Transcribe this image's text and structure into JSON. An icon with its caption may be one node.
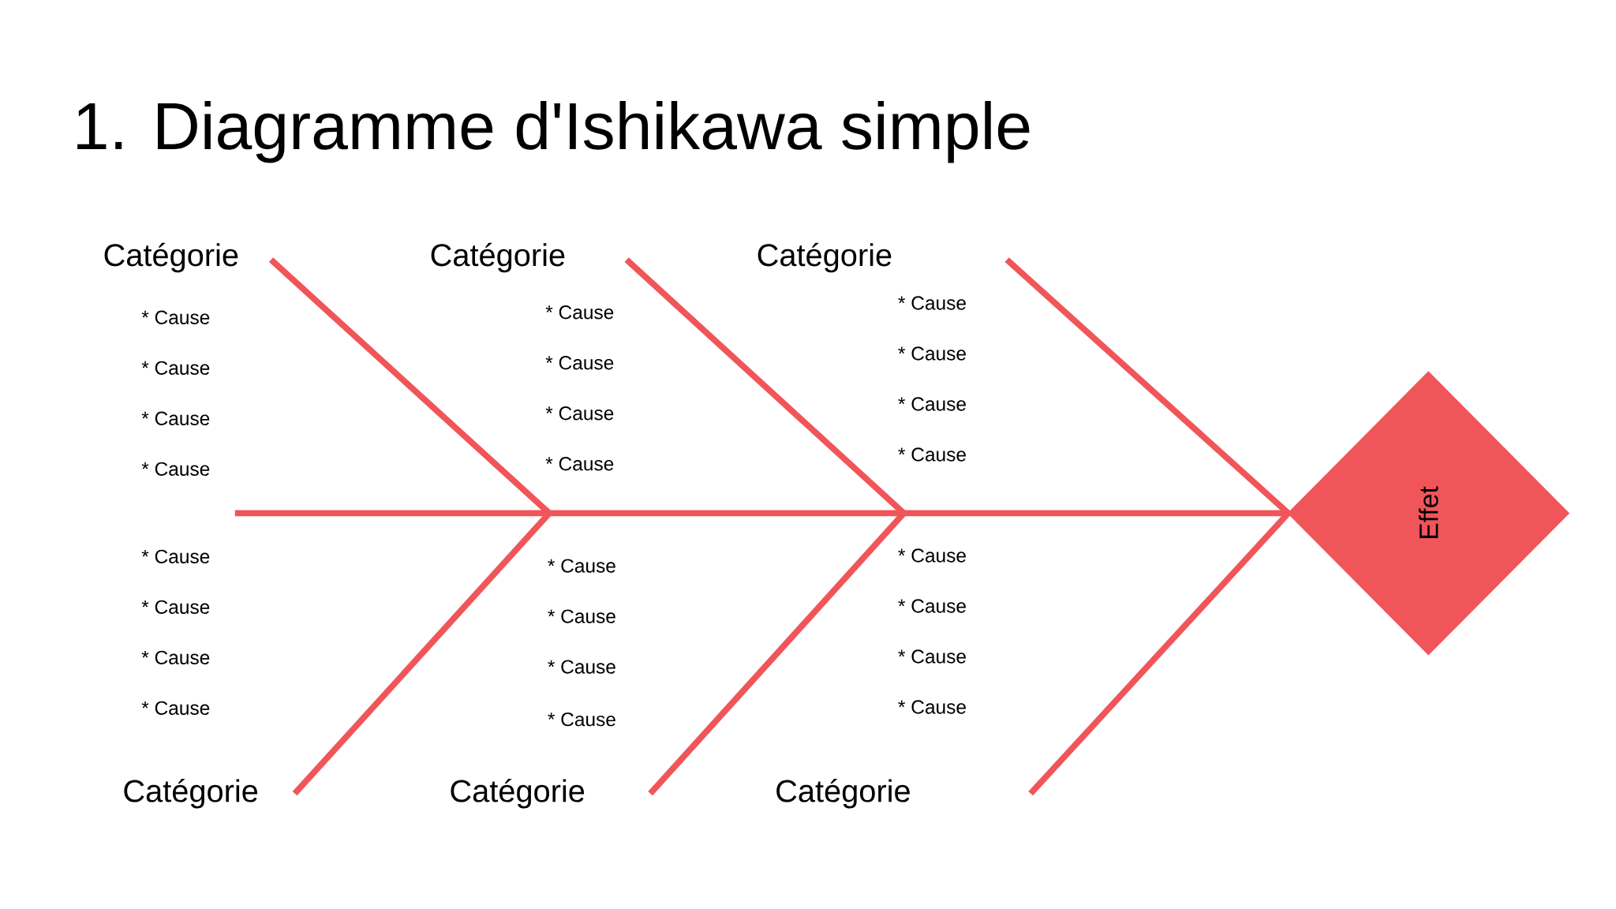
{
  "diagram": {
    "title": "1. Diagramme d'Ishikawa simple",
    "nodes": [
      {
        "text": [
          "Catégorie"
        ]
      },
      {
        "text": [
          "Catégorie"
        ]
      },
      {
        "text": [
          "Catégorie"
        ]
      },
      {
        "text": [
          "Catégorie"
        ]
      },
      {
        "text": [
          "Catégorie"
        ]
      },
      {
        "text": [
          "Catégorie"
        ]
      },
      {
        "text": [
          "Effet"
        ]
      }
    ],
    "edges": [
      {
        "from": 0,
        "to": null,
        "arrow": "none"
      },
      {
        "from": 1,
        "to": null,
        "arrow": "none"
      },
      {
        "from": 2,
        "to": 6,
        "arrow": "none"
      },
      {
        "from": 3,
        "to": null,
        "arrow": "none"
      },
      {
        "from": 4,
        "to": null,
        "arrow": "none"
      },
      {
        "from": 5,
        "to": 6,
        "arrow": "none"
      },
      {
        "from": null,
        "to": 6,
        "arrow": "none"
      }
    ],
    "labels": [
      "* Cause",
      "* Cause",
      "* Cause",
      "* Cause",
      "* Cause",
      "* Cause",
      "* Cause",
      "* Cause",
      "* Cause",
      "* Cause",
      "* Cause",
      "* Cause",
      "* Cause",
      "* Cause",
      "* Cause",
      "* Cause",
      "* Cause",
      "* Cause",
      "* Cause",
      "* Cause",
      "* Cause",
      "* Cause",
      "* Cause",
      "* Cause"
    ]
  }
}
